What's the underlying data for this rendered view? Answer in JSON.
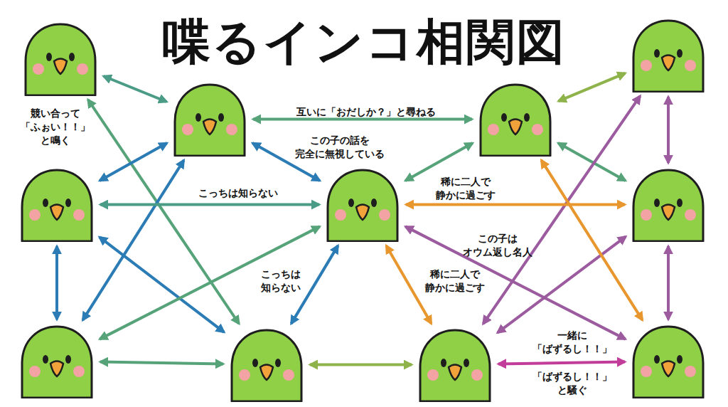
{
  "diagram": {
    "title": "喋るインコ相関図",
    "nodes": [
      {
        "text": []
      },
      {
        "text": []
      },
      {
        "text": []
      },
      {
        "text": []
      },
      {
        "text": []
      },
      {
        "text": []
      },
      {
        "text": []
      },
      {
        "text": []
      },
      {
        "text": []
      },
      {
        "text": []
      },
      {
        "text": []
      }
    ],
    "edges": [
      {
        "from": 0,
        "to": 2,
        "arrow": "both"
      },
      {
        "from": 0,
        "to": 8,
        "arrow": "both"
      },
      {
        "from": 2,
        "to": 3,
        "arrow": "both",
        "label": "互いに「おだしか？」と尋ねる"
      },
      {
        "from": 2,
        "to": 5,
        "arrow": "both",
        "label": "この子の話を 完全に無視している"
      },
      {
        "from": 2,
        "to": 4,
        "arrow": "both"
      },
      {
        "from": 2,
        "to": 7,
        "arrow": "both"
      },
      {
        "from": 4,
        "to": 7,
        "arrow": "both"
      },
      {
        "from": 4,
        "to": 8,
        "arrow": "both"
      },
      {
        "from": 4,
        "to": 5,
        "arrow": "both",
        "label": "こっちは知らない"
      },
      {
        "from": 5,
        "to": 7,
        "arrow": "both"
      },
      {
        "from": 7,
        "to": 8,
        "arrow": "both"
      },
      {
        "from": 8,
        "to": 9,
        "arrow": "both"
      },
      {
        "from": 5,
        "to": 8,
        "arrow": "both",
        "label": "こっちは 知らない"
      },
      {
        "from": 3,
        "to": 5,
        "arrow": "both"
      },
      {
        "from": 3,
        "to": 1,
        "arrow": "both"
      },
      {
        "from": 3,
        "to": 6,
        "arrow": "both"
      },
      {
        "from": 1,
        "to": 6,
        "arrow": "both"
      },
      {
        "from": 6,
        "to": 10,
        "arrow": "both"
      },
      {
        "from": 1,
        "to": 9,
        "arrow": "both"
      },
      {
        "from": 6,
        "to": 9,
        "arrow": "both"
      },
      {
        "from": 3,
        "to": 10,
        "arrow": "both"
      },
      {
        "from": 5,
        "to": 6,
        "arrow": "both",
        "label": "稀に二人で 静かに過ごす"
      },
      {
        "from": 5,
        "to": 10,
        "arrow": "both",
        "label": "この子は オウム返し名人"
      },
      {
        "from": 5,
        "to": 9,
        "arrow": "both",
        "label": "稀に二人で 静かに過ごす"
      },
      {
        "from": 9,
        "to": 10,
        "arrow": "both",
        "label": "一緒に 「ばずるし！！」"
      }
    ],
    "labels": [
      "競い合って 「ふぉい！！」 と鳴く",
      "「ばずるし！！」 と騒ぐ"
    ]
  }
}
